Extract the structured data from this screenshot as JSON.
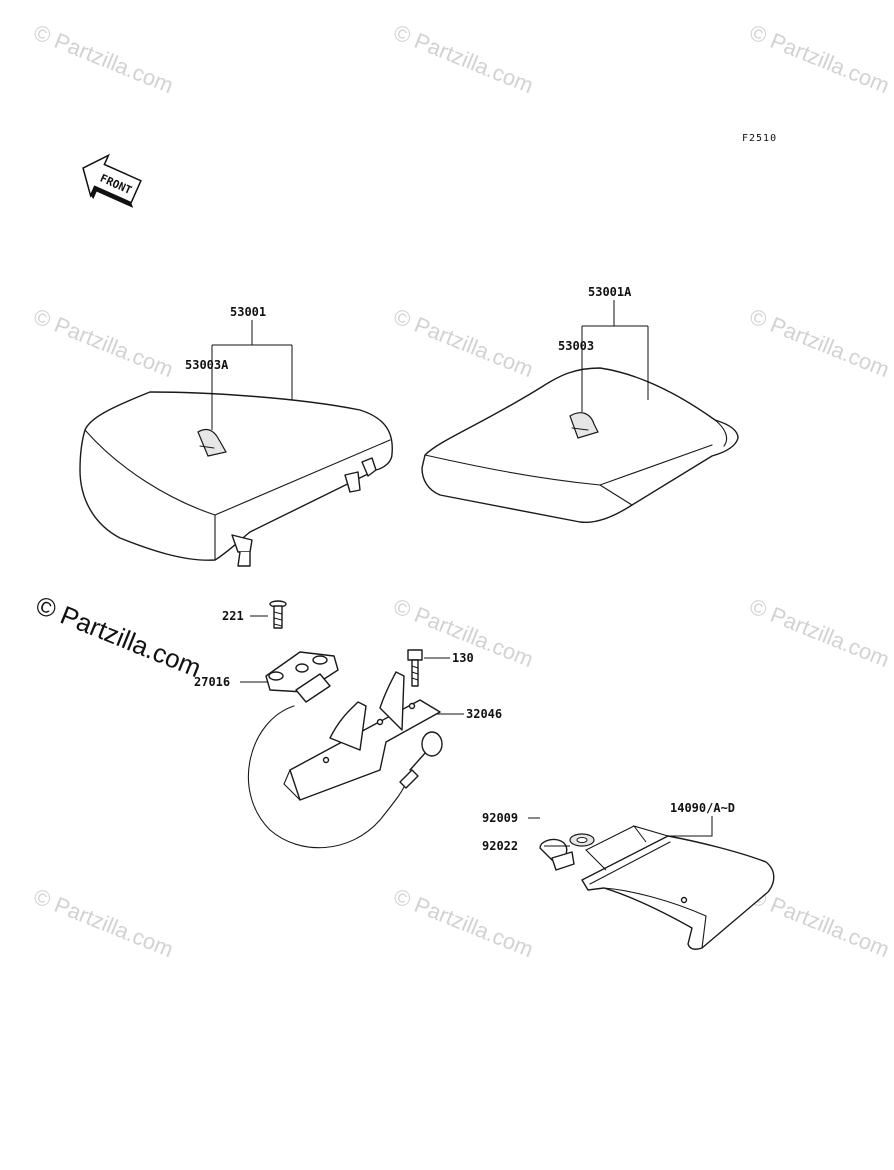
{
  "diagram": {
    "code": "F2510",
    "front_label": "FRONT",
    "parts": [
      {
        "id": "53001",
        "label": "53001"
      },
      {
        "id": "53003A",
        "label": "53003A"
      },
      {
        "id": "53001A",
        "label": "53001A"
      },
      {
        "id": "53003",
        "label": "53003"
      },
      {
        "id": "221",
        "label": "221"
      },
      {
        "id": "27016",
        "label": "27016"
      },
      {
        "id": "130",
        "label": "130"
      },
      {
        "id": "32046",
        "label": "32046"
      },
      {
        "id": "92009",
        "label": "92009"
      },
      {
        "id": "92022",
        "label": "92022"
      },
      {
        "id": "14090",
        "label": "14090/A~D"
      }
    ]
  },
  "watermark": {
    "text": "© Partzilla.com"
  }
}
